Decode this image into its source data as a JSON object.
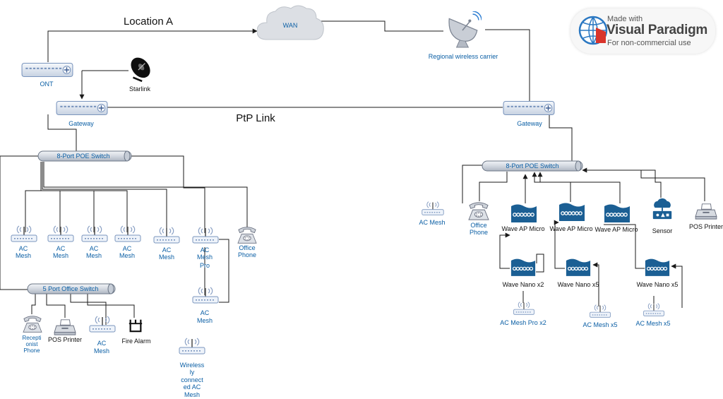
{
  "titles": {
    "location_a": "Location A",
    "ptp_link": "PtP Link"
  },
  "watermark": {
    "line1": "Made with",
    "line2": "Visual Paradigm",
    "line3": "For non-commercial use"
  },
  "colors": {
    "line": "#1a1a1a",
    "label_blue": "#0b5fa5",
    "wave_blue": "#1b5f94",
    "device_fill": "#eef3fa",
    "device_stroke": "#7a95bd",
    "switch_fill": "#dfe3ea",
    "cloud_fill": "#dcdfe4"
  },
  "labels": {
    "wan": "WAN",
    "ont": "ONT",
    "starlink": "Starlink",
    "regional": "Regional wireless carrier",
    "gateway_a": "Gateway",
    "gateway_b": "Gateway",
    "switch_a": "8-Port POE Switch",
    "switch_b": "8-Port POE Switch",
    "office_switch": "5 Port Office Switch",
    "apA1": [
      "AC",
      "Mesh"
    ],
    "apA2": [
      "AC",
      "Mesh"
    ],
    "apA3": [
      "AC",
      "Mesh"
    ],
    "apA4": [
      "AC",
      "Mesh"
    ],
    "apA5": [
      "AC",
      "Mesh"
    ],
    "apA6": [
      "AC",
      "Mesh",
      "Pro"
    ],
    "phoneA": [
      "Office",
      "Phone"
    ],
    "apA7": [
      "AC",
      "Mesh"
    ],
    "apWireless": [
      "Wireless",
      "ly",
      "connect",
      "ed AC",
      "Mesh"
    ],
    "reception_phone": [
      "Recepti",
      "onist",
      "Phone"
    ],
    "pos_a": "POS Printer",
    "apA8": [
      "AC",
      "Mesh"
    ],
    "fire_alarm": "Fire Alarm",
    "apB1": "AC Mesh",
    "phoneB": [
      "Office",
      "Phone"
    ],
    "wap1": "Wave AP Micro",
    "wap2": "Wave AP Micro",
    "wap3": "Wave AP Micro",
    "sensor": "Sensor",
    "pos_b": "POS Printer",
    "nano1": "Wave Nano x2",
    "nano2": "Wave Nano x5",
    "nano3": "Wave Nano x5",
    "apB2": "AC Mesh Pro x2",
    "apB3": "AC Mesh x5",
    "apB4": "AC Mesh x5"
  }
}
